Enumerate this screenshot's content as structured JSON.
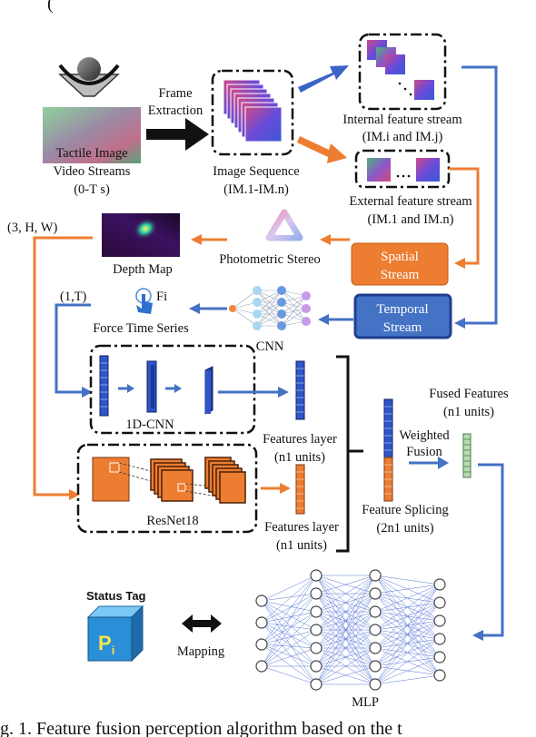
{
  "top_clip": "(",
  "input": {
    "title_line1": "Tactile Image",
    "title_line2": "Video Streams",
    "range": "(0-T s)"
  },
  "frame": {
    "line1": "Frame",
    "line2": "Extraction"
  },
  "sequence": {
    "line1": "Image Sequence",
    "line2": "(IM.1-IM.n)"
  },
  "internal": {
    "line1": "Internal feature stream",
    "line2": "(IM.i and IM.j)"
  },
  "external": {
    "line1": "External feature stream",
    "line2": "(IM.1 and IM.n)"
  },
  "spatial": {
    "line1": "Spatial",
    "line2": "Stream"
  },
  "temporal": {
    "line1": "Temporal",
    "line2": "Stream"
  },
  "photometric": "Photometric Stereo",
  "depth": {
    "dims": "(3, H, W)",
    "label": "Depth Map"
  },
  "force": {
    "dims": "(1,T)",
    "fi": "Fi",
    "label": "Force Time Series"
  },
  "cnn": "CNN",
  "cnn1d": "1D-CNN",
  "resnet": "ResNet18",
  "features1": {
    "line1": "Features layer",
    "line2": "(n1 units)"
  },
  "features2": {
    "line1": "Features layer",
    "line2": "(n1 units)"
  },
  "splicing": {
    "line1": "Feature Splicing",
    "line2": "(2n1 units)"
  },
  "fused": {
    "line1": "Fused Features",
    "line2": "(n1 units)"
  },
  "weighted": {
    "line1": "Weighted",
    "line2": "Fusion"
  },
  "status_tag": "Status Tag",
  "pi": {
    "base": "P",
    "sub": "i"
  },
  "mapping": "Mapping",
  "mlp": "MLP",
  "caption": "g. 1. Feature fusion perception algorithm based on the t",
  "colors": {
    "orange": "#ed7d31",
    "blue": "#4472c4",
    "dark_blue": "#1f3f8f",
    "cube": "#2a8fd6"
  }
}
